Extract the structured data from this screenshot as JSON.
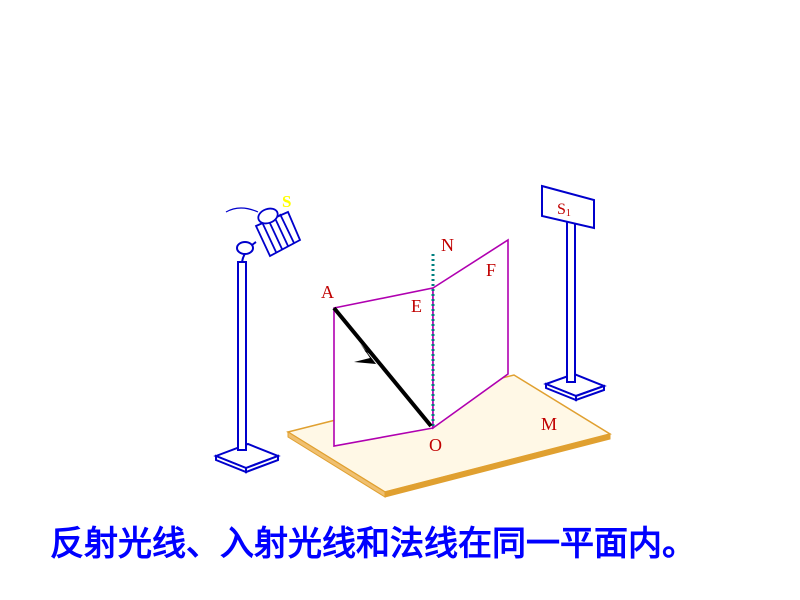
{
  "labels": {
    "source": "S",
    "screen": "S",
    "screen_sub": "1",
    "incident_point": "A",
    "normal": "N",
    "board_left": "E",
    "board_right": "F",
    "origin": "O",
    "mirror": "M"
  },
  "caption": "反射光线、入射光线和法线在同一平面内。",
  "colors": {
    "stand": "#0000cc",
    "board": "#b000b0",
    "base": "#e0a030",
    "normal": "#008080",
    "ray": "#000000",
    "label": "#c00000",
    "source_label": "#ffff00",
    "caption": "#0000ff"
  }
}
